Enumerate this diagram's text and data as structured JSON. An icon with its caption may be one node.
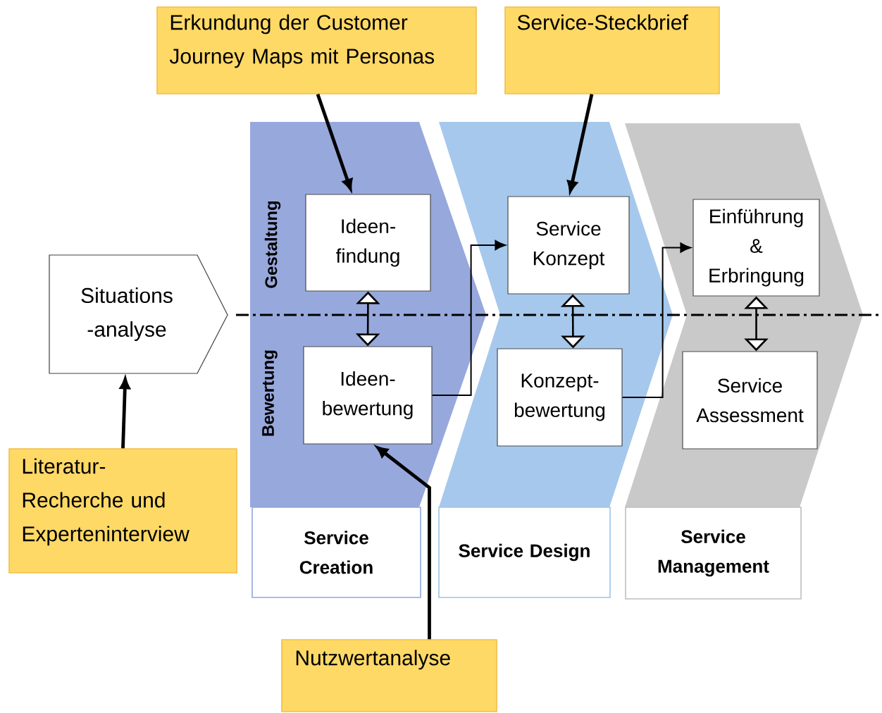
{
  "diagram": {
    "nodes": [
      {
        "text": [
          "Situations -analyse"
        ]
      },
      {
        "text": [
          "Gestaltung",
          "Bewertung"
        ]
      },
      {
        "text": [
          "Ideen- findung"
        ],
        "in": 1
      },
      {
        "text": [
          "Ideen- bewertung"
        ],
        "in": 1
      },
      {
        "text": [],
        "shape": "chevron"
      },
      {
        "text": [
          "Service Konzept"
        ],
        "in": 4
      },
      {
        "text": [
          "Konzept- bewertung"
        ],
        "in": 4
      },
      {
        "text": [],
        "shape": "chevron"
      },
      {
        "text": [
          "Einführung & Erbringung"
        ],
        "in": 7
      },
      {
        "text": [
          "Service Assessment"
        ],
        "in": 7
      },
      {
        "text": [
          "Service Creation"
        ]
      },
      {
        "text": [
          "Service Design"
        ]
      },
      {
        "text": [
          "Service Management"
        ]
      },
      {
        "text": [
          "Erkundung der Customer Journey Maps mit Personas"
        ]
      },
      {
        "text": [
          "Service-Steckbrief"
        ]
      },
      {
        "text": [
          "Literatur- Recherche und Experteninterview"
        ]
      },
      {
        "text": [
          "Nutzwertanalyse"
        ]
      }
    ],
    "edges": [
      {
        "from": 2,
        "to": 3,
        "arrow": "both"
      },
      {
        "from": 5,
        "to": 6,
        "arrow": "both"
      },
      {
        "from": 8,
        "to": 9,
        "arrow": "both"
      },
      {
        "from": 3,
        "to": 5,
        "arrow": "to"
      },
      {
        "from": 6,
        "to": 8,
        "arrow": "to"
      },
      {
        "from": 13,
        "to": 2,
        "arrow": "to",
        "style": "thick"
      },
      {
        "from": 14,
        "to": 5,
        "arrow": "to",
        "style": "thick"
      },
      {
        "from": 15,
        "to": 0,
        "arrow": "to",
        "style": "thick"
      },
      {
        "from": 16,
        "to": 3,
        "arrow": "to",
        "style": "thick"
      }
    ]
  }
}
